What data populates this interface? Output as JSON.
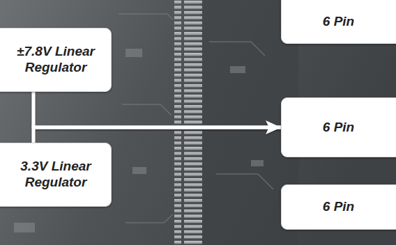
{
  "diagram": {
    "nodes": [
      {
        "text": [
          "±7.8V Linear Regulator"
        ]
      },
      {
        "text": [
          "3.3V Linear Regulator"
        ]
      },
      {
        "text": [
          "6 Pin"
        ]
      },
      {
        "text": [
          "6 Pin"
        ]
      },
      {
        "text": [
          "6 Pin"
        ]
      }
    ],
    "edges": [
      {
        "from": 0,
        "to": 3,
        "arrow": "to"
      },
      {
        "from": 1,
        "to": 3,
        "arrow": "to"
      }
    ]
  }
}
